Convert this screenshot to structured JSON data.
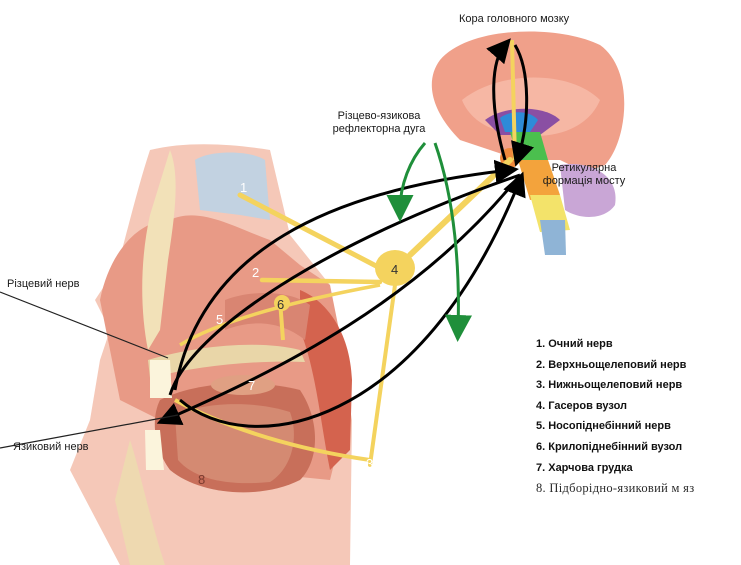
{
  "labels": {
    "cortex": "Кора головного мозку",
    "reflex_arc": "Різцево-язикова рефлекторна дуга",
    "reticular": "Ретикулярна формація мосту",
    "incisive_nerve": "Різцевий нерв",
    "lingual_nerve": "Язиковий нерв"
  },
  "markers": [
    "1",
    "2",
    "3",
    "4",
    "5",
    "6",
    "7",
    "8"
  ],
  "legend": [
    "1. Очний нерв",
    "2. Верхньощелеповий нерв",
    "3. Нижньощелеповий нерв",
    "4. Гасеров вузол",
    "5. Носопіднебінний нерв",
    "6. Крилопіднебінний вузол",
    "7. Харчова грудка",
    "8. Підборідно-язиковий м яз"
  ],
  "colors": {
    "nerve": "#f4d35e",
    "pathway": "#000000",
    "reflex_arrow": "#1f8f3a",
    "tissue": "#f2b8a8",
    "brain": "#f0a08a"
  }
}
